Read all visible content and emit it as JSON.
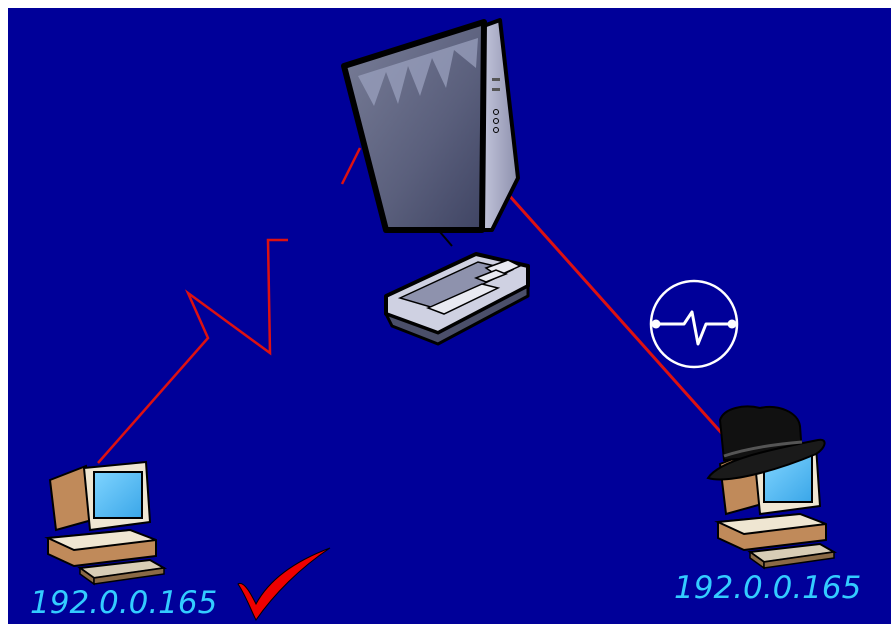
{
  "colors": {
    "background": "#000099",
    "connection_line": "#dd1111",
    "ip_text": "#33ccff",
    "check_mark": "#ee0000",
    "signal_badge": "#ffffff"
  },
  "nodes": {
    "server": {
      "icon": "server-tower-with-keyboard-icon"
    },
    "left_client": {
      "icon": "desktop-computer-icon",
      "ip": "192.0.0.165",
      "status_icon": "check-mark-icon"
    },
    "right_client": {
      "icon": "desktop-computer-icon",
      "ip": "192.0.0.165",
      "disguise_icon": "spy-hat-icon"
    }
  },
  "links": {
    "left_to_server": {
      "style": "zigzag-interrupted"
    },
    "server_to_right": {
      "style": "straight",
      "badge_icon": "signal-pulse-icon"
    }
  }
}
